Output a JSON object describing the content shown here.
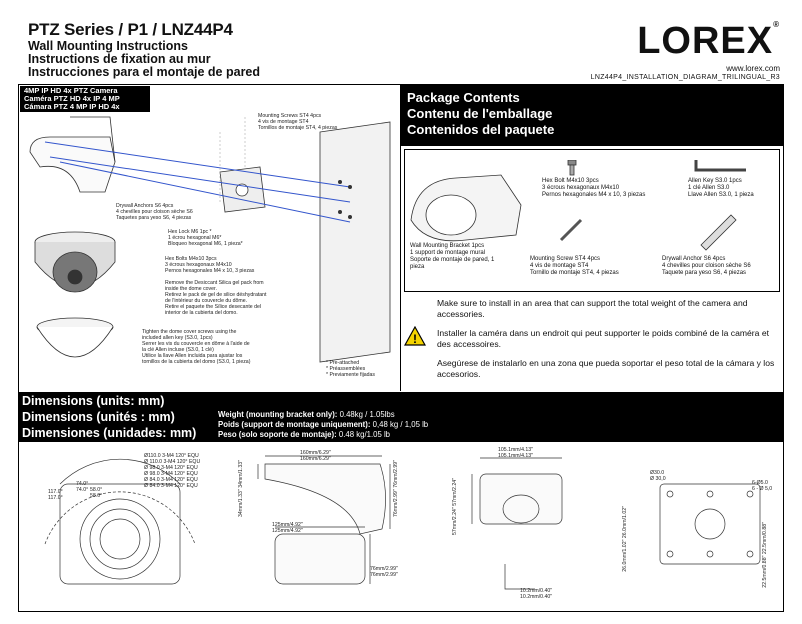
{
  "header": {
    "title": "PTZ Series / P1 / LNZ44P4",
    "subtitle_en": "Wall Mounting Instructions",
    "subtitle_fr": "Instructions de fixation au mur",
    "subtitle_es": "Instrucciones para el montaje de pared",
    "logo": "LOREX",
    "url": "www.lorex.com",
    "doc_code": "LNZ44P4_INSTALLATION_DIAGRAM_TRILINGUAL_R3"
  },
  "camera_label": {
    "en": "4MP IP HD 4x  PTZ Camera",
    "fr": "Caméra PTZ HD 4x IP 4 MP",
    "es": "Cámara PTZ 4 MP IP HD 4x"
  },
  "callouts": {
    "mounting_screws": [
      "Mounting Screws ST4 4pcs",
      "4 vis de montage ST4",
      "Tornillos de montaje ST4, 4 piezas"
    ],
    "drywall_anchors": [
      "Drywall Anchors S6 4pcs",
      "4 chevilles pour cloison sèche S6",
      "Taquetes para yeso S6, 4 piezas"
    ],
    "hex_lock": [
      "Hex Lock M6 1pc *",
      "1 écrou hexagonal M6*",
      "Bloqueo hexagonal M6, 1 pieza*"
    ],
    "hex_bolts": [
      "Hex Bolts M4x10 3pcs",
      "3 écrous hexagonaux M4x10",
      "Pernos hexagonales M4 x 10, 3 piezas"
    ],
    "desiccant": [
      "Remove the Desiccant Silica gel pack from",
      "inside the dome cover.",
      "Retirez le pack de gel de silice déshydratant",
      "de l'intérieur du couvercle du dôme.",
      "Retire el paquete the Sílice desecante del",
      "interior de la cubierta del domo."
    ],
    "tighten": [
      "Tighten the dome cover screws using the",
      "included allen key (S3.0, 1pcs)",
      "Serrer les vis du couvercle en dôme à l'aide de",
      "la clé Allen incluse (S3.0, 1 clé)",
      "Utilice la llave Allen incluida para ajustar los",
      "tornillos de la cubierta del domo (S3.0, 1 pieza)"
    ],
    "pre_attached": [
      "* Pre-attached",
      "* Préassemblées",
      "* Previamente fijadas"
    ]
  },
  "package": {
    "heading_en": "Package Contents",
    "heading_fr": "Contenu de l'emballage",
    "heading_es": "Contenidos del paquete",
    "hex_bolt": [
      "Hex Bolt M4x10 3pcs",
      "3 écrous hexagonaux M4x10",
      "Pernos hexagonales M4 x 10, 3 piezas"
    ],
    "allen_key": [
      "Allen Key S3.0 1pcs",
      "1 clé Allen S3.0",
      "Llave Allen S3.0, 1 pieza"
    ],
    "bracket": [
      "Wall Mounting Bracket 1pcs",
      "1 support de montage mural",
      "Soporte de montaje de pared, 1",
      "pieza"
    ],
    "screw": [
      "Mounting Screw ST4 4pcs",
      "4 vis de montage ST4",
      "Tornillo de montaje ST4, 4 piezas"
    ],
    "anchor": [
      "Drywall Anchor S6 4pcs",
      "4 chevilles pour cloison sèche S6",
      "Taquete para yeso S6, 4 piezas"
    ]
  },
  "warning": {
    "en": "Make sure to install in an area that can support the total weight of the camera and accessories.",
    "fr": "Installer la caméra dans un endroit qui peut supporter le poids combiné de la caméra et des accessoires.",
    "es": "Asegúrese de instalarlo en una zona que pueda soportar el peso total de la cámara y los accesorios."
  },
  "dimensions": {
    "heading_en": "Dimensions (units: mm)",
    "heading_fr": "Dimensions (unités : mm)",
    "heading_es": "Dimensiones (unidades: mm)",
    "weight_en_label": "Weight (mounting bracket only):",
    "weight_en_value": " 0.48kg / 1.05lbs",
    "weight_fr_label": "Poids (support de montage uniquement):",
    "weight_fr_value": " 0,48 kg / 1,05 lb",
    "weight_es_label": "Peso (solo soporte de montaje):",
    "weight_es_value": " 0.48 kg/1.05 lb",
    "dome_labels": [
      "Ø110.0  3-M4  120° EQU",
      "Ø 110.0 3-M4 120° EQU",
      "Ø 98.0  3-M4  120° EQU",
      "Ø 98.0 3-M4 120° EQU",
      "Ø 84.0  3-M4  120° EQU",
      "Ø 84.0 3-M4 120° EQU"
    ],
    "angles": [
      "117.0°",
      "117.0°",
      "74.0°",
      "74.0°",
      "58.0°",
      "58.0°"
    ],
    "side_top": [
      "160mm/6.29\"",
      "160mm/6.29\""
    ],
    "side_left": [
      "34mm/1.33\"",
      "34mm/1.33\""
    ],
    "side_right": [
      "76mm/2.99\"",
      "76mm/2.99\""
    ],
    "bottom_width": [
      "125mm/4.92\"",
      "125mm/4.92\""
    ],
    "bottom_height": [
      "76mm/2.99\"",
      "76mm/2.99\""
    ],
    "front_width": [
      "105.1mm/4.13\"",
      "105.1mm/4.13\""
    ],
    "front_height": [
      "57mm/2.24\"",
      "57mm/2.24\""
    ],
    "front_depth": [
      "10.2mm/0.40\"",
      "10.2mm/0.40\""
    ],
    "plate_d": [
      "Ø30.0",
      "Ø 30,0"
    ],
    "plate_hole": [
      "6-Ø5.0",
      "6 - Ø 5,0"
    ],
    "plate_left": [
      "26.0mm/1.02\"",
      "26.0mm/1.02\""
    ],
    "plate_right": [
      "22.5mm/0.88\"",
      "22.5mm/0.88\""
    ]
  }
}
